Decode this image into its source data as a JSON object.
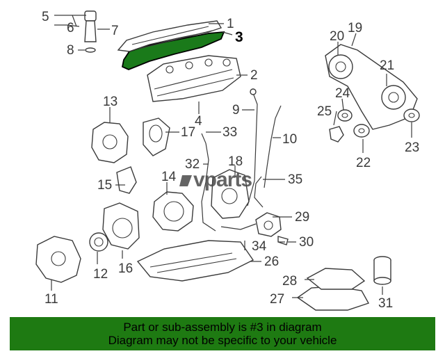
{
  "diagram": {
    "highlighted_part": "3",
    "watermark": "vparts",
    "callouts": [
      "1",
      "2",
      "3",
      "4",
      "5",
      "6",
      "7",
      "8",
      "9",
      "10",
      "11",
      "12",
      "13",
      "14",
      "15",
      "16",
      "17",
      "18",
      "19",
      "20",
      "21",
      "22",
      "23",
      "24",
      "25",
      "26",
      "27",
      "28",
      "29",
      "30",
      "31",
      "32",
      "33",
      "34",
      "35"
    ]
  },
  "banner": {
    "line1": "Part or sub-assembly is #3 in diagram",
    "line2": "Diagram may not be specific to your vehicle"
  },
  "colors": {
    "highlight": "#1a7a1a",
    "banner_bg": "#1e7a12",
    "line_art": "#3a3a3a"
  }
}
